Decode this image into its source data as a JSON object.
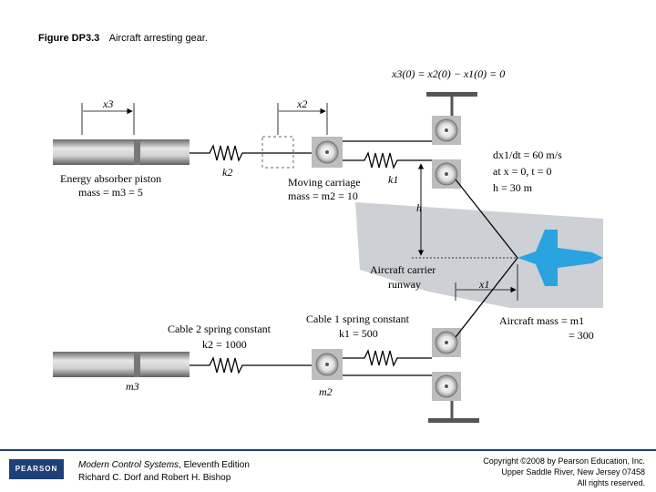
{
  "figure": {
    "label": "Figure DP3.3",
    "caption": "Aircraft arresting gear."
  },
  "diagram": {
    "initial_condition": "x3(0) = x2(0) − x1(0) = 0",
    "x3": "x3",
    "x2": "x2",
    "x1": "x1",
    "h": "h",
    "k2": "k2",
    "k1": "k1",
    "m3": "m3",
    "m2": "m2",
    "energy_absorber_line1": "Energy absorber piston",
    "energy_absorber_line2": "mass = m3 = 5",
    "moving_carriage_line1": "Moving carriage",
    "moving_carriage_line2": "mass = m2 = 10",
    "velocity": "dx1/dt = 60 m/s",
    "at_x0": "at x = 0, t = 0",
    "h_value": "h = 30 m",
    "carrier_line1": "Aircraft carrier",
    "carrier_line2": "runway",
    "cable2_line1": "Cable 2 spring constant",
    "cable2_line2": "k2 = 1000",
    "cable1_line1": "Cable 1 spring constant",
    "cable1_line2": "k1 = 500",
    "aircraft_mass_line1": "Aircraft mass = m1",
    "aircraft_mass_line2": "= 300"
  },
  "footer": {
    "publisher": "PEARSON",
    "book_title": "Modern Control Systems",
    "book_edition": ", Eleventh Edition",
    "authors": "Richard C. Dorf and Robert H. Bishop",
    "copyright": "Copyright ©2008 by Pearson Education, Inc.",
    "address": "Upper Saddle River, New Jersey 07458",
    "rights": "All rights reserved."
  },
  "colors": {
    "runway": "#cdd0d5",
    "aircraft": "#2aa3e0",
    "footer_brand": "#1f3f7a"
  }
}
